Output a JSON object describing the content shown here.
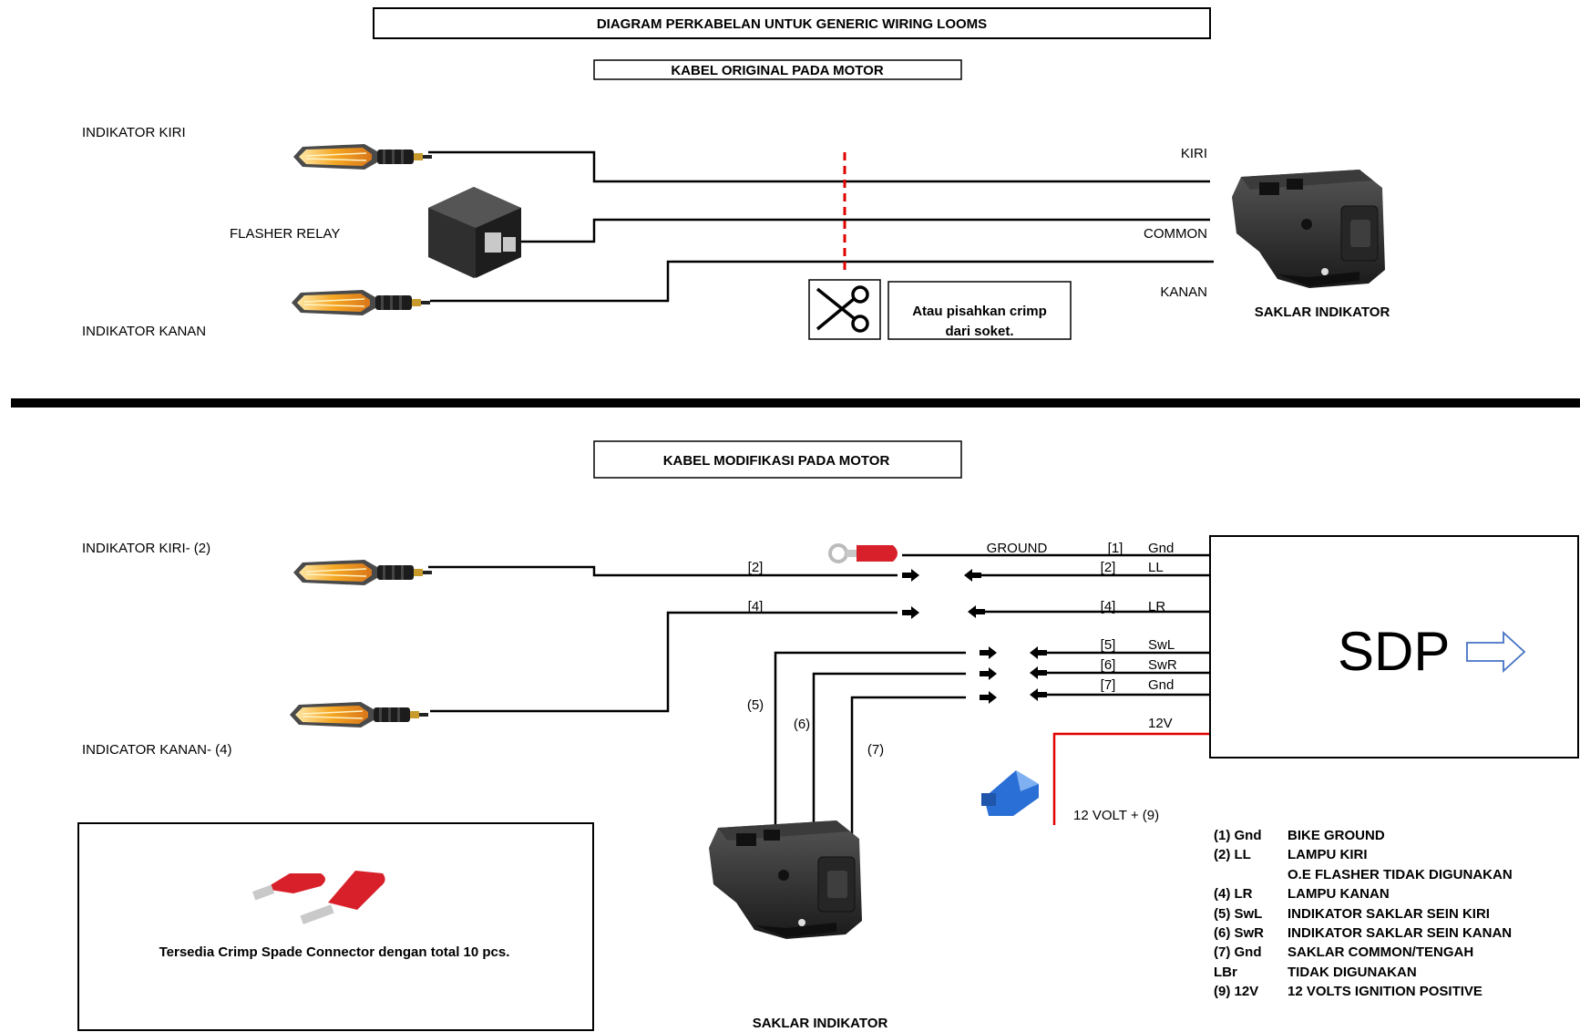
{
  "title": "DIAGRAM PERKABELAN UNTUK GENERIC WIRING LOOMS",
  "original": {
    "heading": "KABEL ORIGINAL PADA MOTOR",
    "left_indicator": "INDIKATOR KIRI",
    "flasher_relay": "FLASHER RELAY",
    "right_indicator": "INDIKATOR KANAN",
    "wire_left": "KIRI",
    "wire_common": "COMMON",
    "wire_right": "KANAN",
    "cut_note_line1": "Atau pisahkan crimp",
    "cut_note_line2": "dari soket.",
    "switch_label": "SAKLAR INDIKATOR"
  },
  "modified": {
    "heading": "KABEL MODIFIKASI PADA MOTOR",
    "left_indicator": "INDIKATOR KIRI- (2)",
    "right_indicator": "INDICATOR KANAN- (4)",
    "ground_label": "GROUND",
    "sdp_label": "SDP",
    "switch_label": "SAKLAR INDIKATOR",
    "wire_left_tag": "[2]",
    "wire_right_tag": "[4]",
    "switch_wire_5": "(5)",
    "switch_wire_6": "(6)",
    "switch_wire_7": "(7)",
    "volt_label": "12 VOLT + (9)",
    "pins": [
      {
        "num": "[1]",
        "name": "Gnd"
      },
      {
        "num": "[2]",
        "name": "LL"
      },
      {
        "num": "[4]",
        "name": "LR"
      },
      {
        "num": "[5]",
        "name": "SwL"
      },
      {
        "num": "[6]",
        "name": "SwR"
      },
      {
        "num": "[7]",
        "name": "Gnd"
      },
      {
        "num": "",
        "name": "12V"
      }
    ],
    "crimp_note": "Tersedia Crimp Spade Connector dengan total 10 pcs.",
    "legend": [
      {
        "code": "(1) Gnd",
        "desc": "BIKE GROUND"
      },
      {
        "code": "(2) LL",
        "desc": "LAMPU KIRI"
      },
      {
        "code": "",
        "desc": "O.E FLASHER TIDAK DIGUNAKAN"
      },
      {
        "code": "(4) LR",
        "desc": "LAMPU KANAN"
      },
      {
        "code": "(5) SwL",
        "desc": "INDIKATOR SAKLAR SEIN KIRI"
      },
      {
        "code": "(6) SwR",
        "desc": "INDIKATOR SAKLAR SEIN KANAN"
      },
      {
        "code": "(7) Gnd",
        "desc": "SAKLAR COMMON/TENGAH"
      },
      {
        "code": "LBr",
        "desc": "TIDAK DIGUNAKAN"
      },
      {
        "code": "(9) 12V",
        "desc": "12 VOLTS IGNITION POSITIVE"
      }
    ]
  },
  "colors": {
    "wire": "#000000",
    "power_wire": "#e00000",
    "cut_line": "#e00000",
    "indicator_glow": "#f5a623",
    "connector_red": "#d8202a",
    "splice_blue": "#2a6fd6"
  }
}
